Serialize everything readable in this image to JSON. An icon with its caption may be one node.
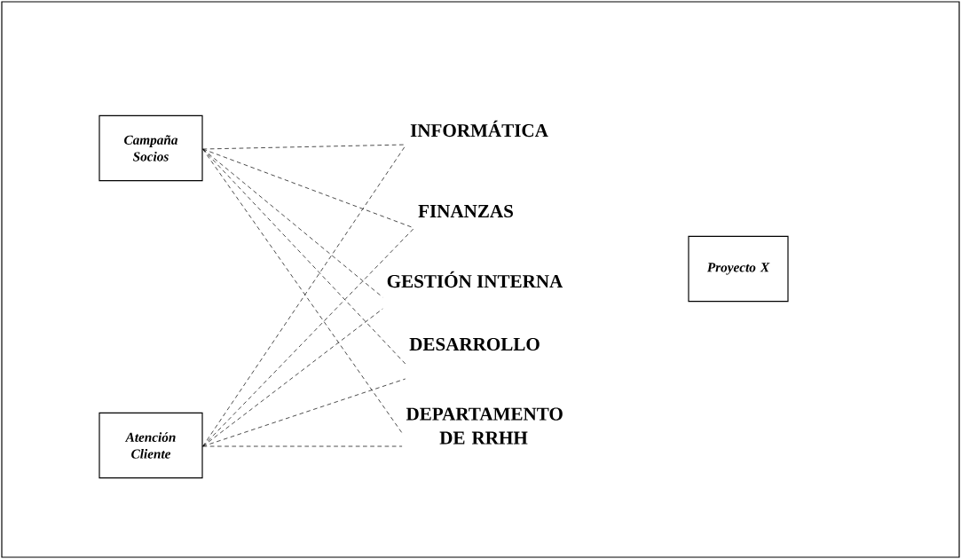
{
  "diagram": {
    "nodes": [
      {
        "text": [
          "Campaña Socios"
        ]
      },
      {
        "text": [
          "Atención Cliente"
        ]
      },
      {
        "text": [
          "INFORMÁTICA"
        ]
      },
      {
        "text": [
          "FINANZAS"
        ]
      },
      {
        "text": [
          "GESTIÓN INTERNA"
        ]
      },
      {
        "text": [
          "DESARROLLO"
        ]
      },
      {
        "text": [
          "DEPARTAMENTO DE RRHH"
        ]
      },
      {
        "text": [
          "Proyecto X"
        ]
      }
    ],
    "edges": [
      {
        "from": 0,
        "to": 2,
        "arrow": "none",
        "style": "dashed"
      },
      {
        "from": 0,
        "to": 3,
        "arrow": "none",
        "style": "dashed"
      },
      {
        "from": 0,
        "to": 4,
        "arrow": "none",
        "style": "dashed"
      },
      {
        "from": 0,
        "to": 5,
        "arrow": "none",
        "style": "dashed"
      },
      {
        "from": 0,
        "to": 6,
        "arrow": "none",
        "style": "dashed"
      },
      {
        "from": 1,
        "to": 2,
        "arrow": "none",
        "style": "dashed"
      },
      {
        "from": 1,
        "to": 3,
        "arrow": "none",
        "style": "dashed"
      },
      {
        "from": 1,
        "to": 4,
        "arrow": "none",
        "style": "dashed"
      },
      {
        "from": 1,
        "to": 5,
        "arrow": "none",
        "style": "dashed"
      },
      {
        "from": 1,
        "to": 6,
        "arrow": "none",
        "style": "dashed"
      }
    ]
  }
}
